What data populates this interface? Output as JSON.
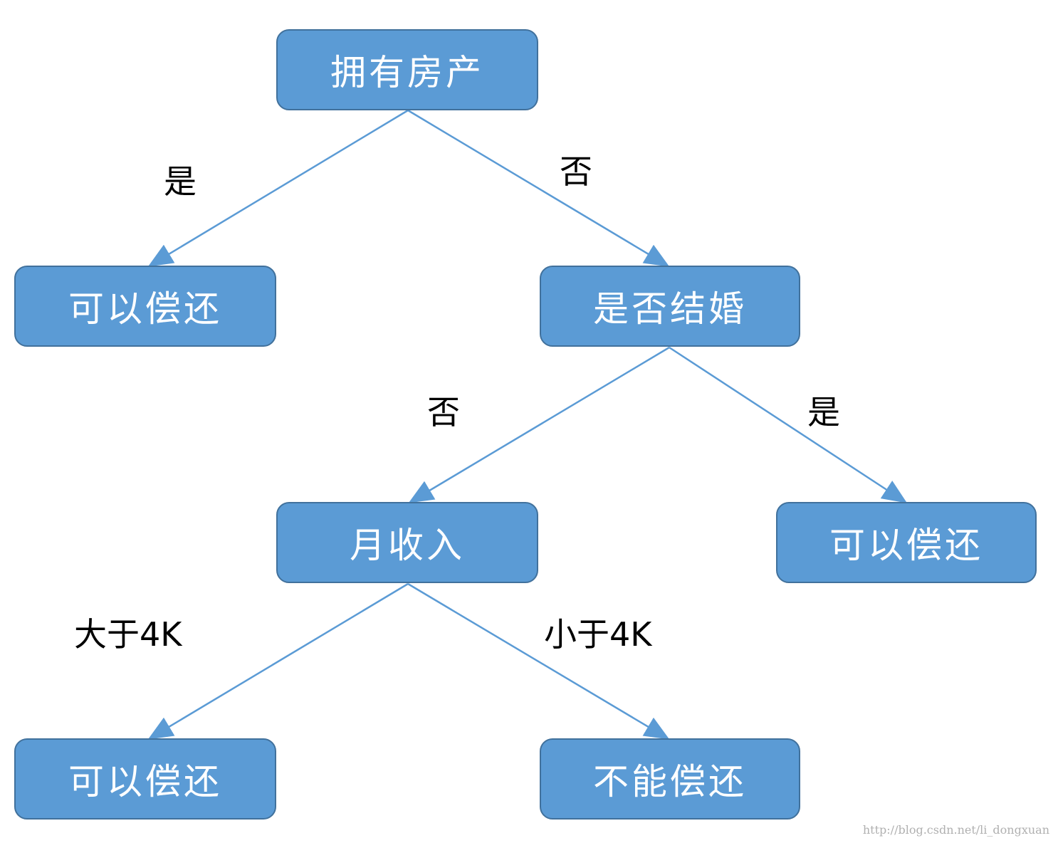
{
  "colors": {
    "node_fill": "#5b9bd5",
    "node_border": "#41719c",
    "node_text": "#ffffff",
    "edge_line": "#5b9bd5",
    "label_text": "#000000",
    "watermark_text": "#b0b0b0"
  },
  "nodes": {
    "root": "拥有房产",
    "owns_property_yes": "可以偿还",
    "married_question": "是否结婚",
    "monthly_income": "月收入",
    "married_yes": "可以偿还",
    "income_above": "可以偿还",
    "income_below": "不能偿还"
  },
  "edge_labels": {
    "root_yes": "是",
    "root_no": "否",
    "married_no": "否",
    "married_yes": "是",
    "income_above": "大于4K",
    "income_below": "小于4K"
  },
  "watermark": "http://blog.csdn.net/li_dongxuan"
}
